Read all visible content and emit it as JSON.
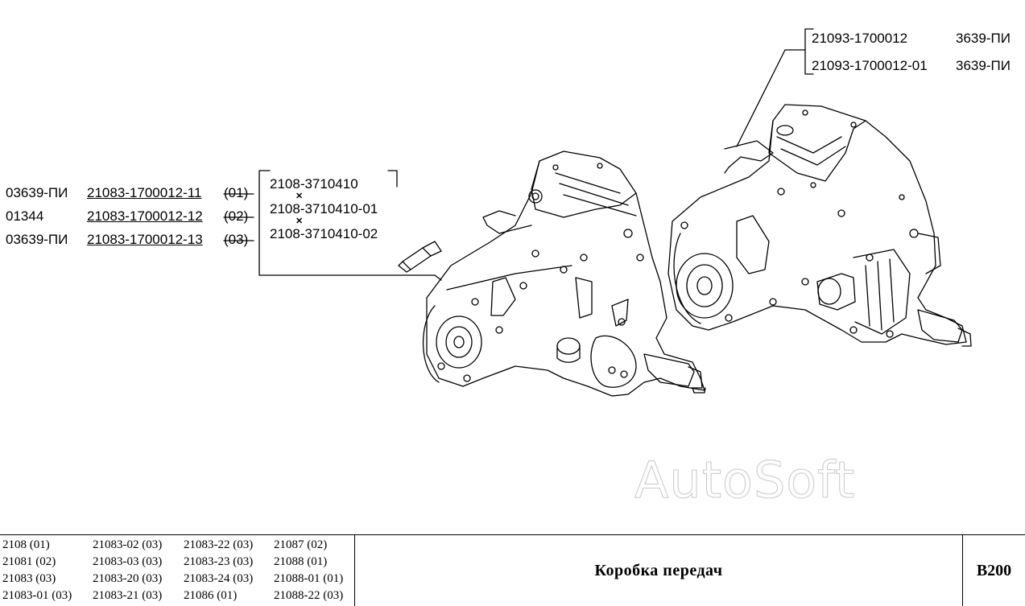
{
  "callout_top_right": [
    {
      "part": "21093-1700012",
      "note": "3639-ПИ"
    },
    {
      "part": "21093-1700012-01",
      "note": "3639-ПИ"
    }
  ],
  "callout_left": [
    {
      "note": "03639-ПИ",
      "part": "21083-1700012-11",
      "suffix": "(01)"
    },
    {
      "note": "01344",
      "part": "21083-1700012-12",
      "suffix": "(02)"
    },
    {
      "note": "03639-ПИ",
      "part": "21083-1700012-13",
      "suffix": "(03)"
    }
  ],
  "callout_sensor": [
    "2108-3710410",
    "2108-3710410-01",
    "2108-3710410-02"
  ],
  "watermark": "AutoSoft",
  "models": [
    [
      "2108 (01)",
      "21083-02 (03)",
      "21083-22 (03)",
      "21087 (02)"
    ],
    [
      "21081 (02)",
      "21083-03 (03)",
      "21083-23 (03)",
      "21088 (01)"
    ],
    [
      "21083 (03)",
      "21083-20 (03)",
      "21083-24 (03)",
      "21088-01 (01)"
    ],
    [
      "21083-01 (03)",
      "21083-21 (03)",
      "21086 (01)",
      "21088-22 (03)"
    ]
  ],
  "title": "Коробка передач",
  "page_code": "B200"
}
